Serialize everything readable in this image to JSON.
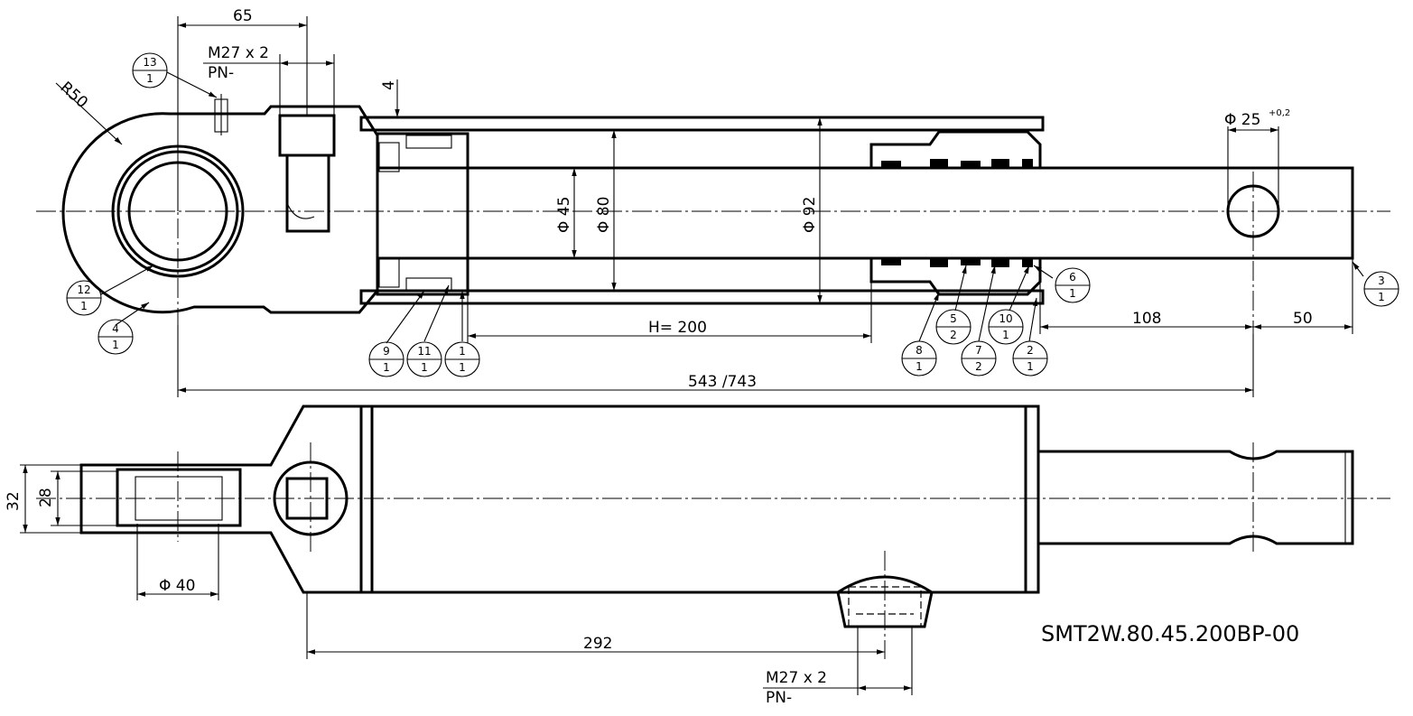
{
  "drawing": {
    "code": "SMT2W.80.45.200BP-00",
    "dims": {
      "d65": "65",
      "thread_top": "M27 x 2",
      "pn_top": "PN-",
      "r50": "R50",
      "d4": "4",
      "dia45": "Φ 45",
      "dia80": "Φ 80",
      "dia92": "Φ 92",
      "dia25": "Φ 25",
      "tol25": "+0,2",
      "stroke": "H= 200",
      "d108": "108",
      "d50": "50",
      "d543": "543 /743",
      "d32": "32",
      "d28": "28",
      "dia40": "Φ 40",
      "d292": "292",
      "thread_bottom": "M27 x 2",
      "pn_bottom": "PN-"
    },
    "balloons": [
      {
        "id": "13",
        "qty": "1"
      },
      {
        "id": "12",
        "qty": "1"
      },
      {
        "id": "4",
        "qty": "1"
      },
      {
        "id": "9",
        "qty": "1"
      },
      {
        "id": "11",
        "qty": "1"
      },
      {
        "id": "1",
        "qty": "1"
      },
      {
        "id": "8",
        "qty": "1"
      },
      {
        "id": "5",
        "qty": "2"
      },
      {
        "id": "7",
        "qty": "2"
      },
      {
        "id": "10",
        "qty": "1"
      },
      {
        "id": "2",
        "qty": "1"
      },
      {
        "id": "6",
        "qty": "1"
      },
      {
        "id": "3",
        "qty": "1"
      }
    ]
  }
}
